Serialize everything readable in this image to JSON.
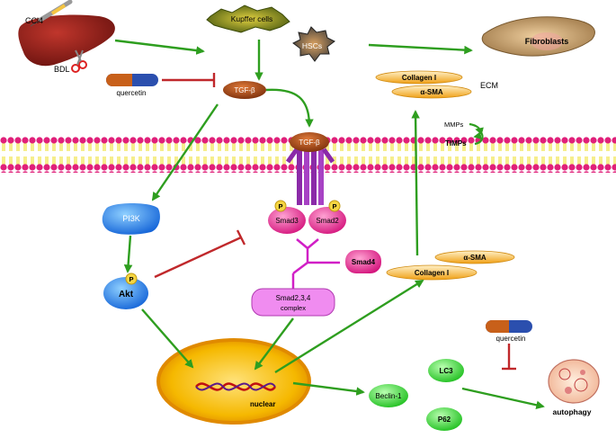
{
  "labels": {
    "ccl4": "CCl4",
    "bdl": "BDL",
    "kupffer": "Kupffer cells",
    "hscs": "HSCs",
    "fibroblasts": "Fibroblasts",
    "quercetin_top": "quercetin",
    "tgfb_free": "TGF-β",
    "tgfb_receptor": "TGF-β",
    "collagen_top": "Collagen I",
    "asma_top": "α-SMA",
    "ecm": "ECM",
    "mmps": "MMPs",
    "timps": "TIMPs",
    "pi3k": "PI3K",
    "akt": "Akt",
    "p_akt": "P",
    "p_smad3": "P",
    "p_smad2": "P",
    "smad3": "Smad3",
    "smad2": "Smad2",
    "smad4": "Smad4",
    "complex_line1": "Smad2,3,4",
    "complex_line2": "complex",
    "asma_mid": "α-SMA",
    "collagen_mid": "Collagen I",
    "quercetin_bottom": "quercetin",
    "lc3": "LC3",
    "beclin": "Beclin-1",
    "p62": "P62",
    "nuclear": "nuclear",
    "autophagy": "autophagy"
  },
  "colors": {
    "activation_arrow": "#2e9e1f",
    "inhibition_arrow": "#c0282b",
    "membrane_head": "#e0207a",
    "membrane_tail": "#f3e65a",
    "smad": "#ee3a9a",
    "pi3k_akt": "#1e7fe0",
    "autophagy_marker": "#33dd33",
    "pill": "#f5a623",
    "nucleus": "#f7a900"
  }
}
